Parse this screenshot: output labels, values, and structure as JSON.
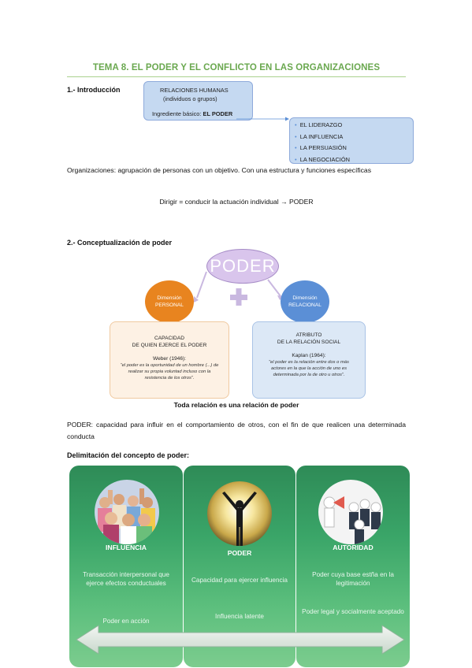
{
  "title": "TEMA 8. EL PODER Y EL CONFLICTO EN LAS ORGANIZACIONES",
  "section1": {
    "heading": "1.- Introducción",
    "box_line1": "RELACIONES HUMANAS",
    "box_line2": "(individuos o grupos)",
    "box_line3_prefix": "Ingrediente básico: ",
    "box_line3_bold": "EL PODER",
    "list": [
      "EL LIDERAZGO",
      "LA INFLUENCIA",
      "LA PERSUASIÓN",
      "LA NEGOCIACIÓN"
    ],
    "paragraph": "Organizaciones: agrupación de personas con un objetivo. Con una estructura y funciones específicas",
    "formula": "Dirigir = conducir la actuación individual → PODER"
  },
  "section2": {
    "heading": "2.- Conceptualización de poder",
    "center_label": "PODER",
    "left_circle": "Dimensión PERSONAL",
    "right_circle": "Dimensión RELACIONAL",
    "left_card_title1": "CAPACIDAD",
    "left_card_title2": "DE QUIEN EJERCE EL PODER",
    "left_card_author": "Weber (1946):",
    "left_card_quote": "“el poder es la oportunidad de un hombre (...) de realizar su propia voluntad incluso con la resistencia de los otros”.",
    "right_card_title1": "ATRIBUTO",
    "right_card_title2": "DE LA RELACIÓN SOCIAL",
    "right_card_author": "Kaplan (1964):",
    "right_card_quote": "“el poder es la relación entre dos o más actores en la que la acción de uno es determinada por la de otro u otros”.",
    "caption": "Toda relación es una relación de poder",
    "definition": "PODER: capacidad para influir en el comportamiento de otros, con el fin de que realicen una determinada conducta",
    "delimitacion_heading": "Delimitación del concepto de poder:"
  },
  "panels": [
    {
      "title": "INFLUENCIA",
      "texts": [
        "Transacción interpersonal que ejerce efectos conductuales",
        "Poder en acción"
      ]
    },
    {
      "title": "PODER",
      "texts": [
        "Capacidad para ejercer influencia",
        "Influencia latente"
      ]
    },
    {
      "title": "AUTORIDAD",
      "texts": [
        "Poder cuya base estña en la legitimación",
        "Poder legal y socialmente aceptado"
      ]
    }
  ],
  "icons": [
    "crowd-photo-icon",
    "person-raising-arms-icon",
    "megaphone-figures-icon",
    "double-arrow-icon",
    "plus-icon"
  ],
  "colors": {
    "title": "#6aa84f",
    "blue_box": "#c5d9f1",
    "poder_ellipse": "#d9c5ec",
    "personal_circle": "#e8841f",
    "relacional_circle": "#5b8fd6",
    "left_card": "#fdf1e4",
    "right_card": "#dce8f6",
    "panel_green": "#3aa568"
  }
}
